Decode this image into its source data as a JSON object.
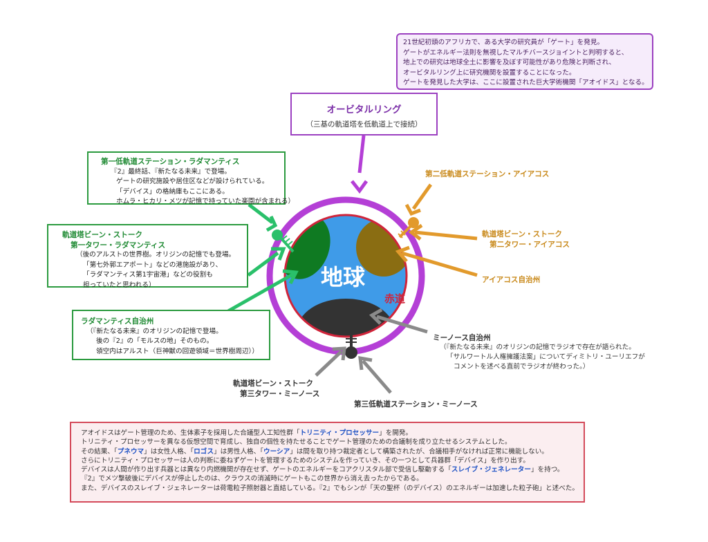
{
  "intro": [
    "21世紀初頭のアフリカで、ある大学の研究員が「ゲート」を発見。",
    "ゲートがエネルギー法則を無視したマルチバースジョイントと判明すると、",
    "地上での研究は地球全土に影響を及ぼす可能性があり危険と判断され、",
    "オービタルリング上に研究機関を設置することになった。",
    "ゲートを発見した大学は、ここに設置された巨大学術機関「アオイドス」となる。"
  ],
  "orbital": {
    "title": "オービタルリング",
    "subtitle": "（三基の軌道塔を低軌道上で接続）"
  },
  "earth": {
    "label": "地球",
    "equator": "赤道"
  },
  "first_station": {
    "title": "第一低軌道ステーション・ラダマンティス",
    "lines": [
      "『2』最終話、『新たなる未来』で登場。",
      "ゲートの研究施設や居住区などが設けられている。",
      "「デバイス」の格納庫もここにある。",
      "ホムラ・ヒカリ・メツが記憶で持っていた楽園が含まれる）"
    ]
  },
  "tower1": {
    "title1": "軌道塔ビーン・ストーク",
    "title2": "第一タワー・ラダマンティス",
    "lines": [
      "（後のアルストの世界樹。オリジンの記憶でも登場。",
      "「第七外郭エアポート」などの港施設があり、",
      "「ラダマンティス第1宇宙港」などの役割も",
      "担っていたと思われる）"
    ]
  },
  "rada_state": {
    "title": "ラダマンティス自治州",
    "lines": [
      "（『新たなる未来』のオリジンの記憶で登場。",
      "後の『2』の「モルスの地」そのもの。",
      "領空内はアルスト（巨神獣の回遊領域＝世界樹周辺））"
    ]
  },
  "second_station": {
    "title": "第二低軌道ステーション・アイアコス"
  },
  "tower2": {
    "title1": "軌道塔ビーン・ストーク",
    "title2": "第二タワー・アイアコス"
  },
  "aiakos_state": {
    "title": "アイアコス自治州"
  },
  "minos_state": {
    "title": "ミーノース自治州",
    "lines": [
      "（『新たなる未来』のオリジンの記憶でラジオで存在が語られた。",
      "「サルワートル人権擁護法案」についてディミトリ・ユーリエフが",
      "コメントを述べる直前でラジオが終わった。）"
    ]
  },
  "tower3": {
    "title1": "軌道塔ビーン・ストーク",
    "title2": "第三タワー・ミーノース"
  },
  "third_station": {
    "title": "第三低軌道ステーション・ミーノース"
  },
  "bottom": {
    "l1": "アオイドスはゲート管理のため、生体素子を採用した合議型人工知性群「",
    "l1_hl": "トリニティ・プロセッサー",
    "l1_end": "」を開発。",
    "l2": "トリニティ・プロセッサーを異なる仮想空間で育成し、独自の個性を持たせることでゲート管理のための合議制を成り立たせるシステムとした。",
    "l3_a": "その結果、「",
    "l3_b": "プネウマ",
    "l3_c": "」は女性人格、「",
    "l3_d": "ロゴス",
    "l3_e": "」は男性人格、「",
    "l3_f": "ウーシア",
    "l3_g": "」は間を取り持つ裁定者として構築されたが、合議相手がなければ正常に機能しない。",
    "l4": "さらにトリニティ・プロセッサーは人の判断に委ねずゲートを管理するためのシステムを作っていき、その一つとして兵器群「デバイス」を作り出す。",
    "l5_a": "デバイスは人間が作り出す兵器とは異なり内燃機関が存在せず、ゲートのエネルギーをコアクリスタル部で受信し駆動する「",
    "l5_b": "スレイブ・ジェネレーター",
    "l5_c": "」を持つ。",
    "l6": "『2』でメツ撃破後にデバイスが停止したのは、クラウスの消滅時にゲートもこの世界から消え去ったからである。",
    "l7": "また、デバイスのスレイブ・ジェネレーターは荷電粒子照射器と直結している。『2』でもシンが「天の聖杯（のデバイス）のエネルギーは加速した粒子砲」と述べた。"
  },
  "colors": {
    "ring": "#b43fd6",
    "ocean": "#3f9be8",
    "equator": "#d0243a",
    "green_land": "#0f7a22",
    "olive_land": "#8a6d12",
    "dark_land": "#333333",
    "green": "#2ac06a",
    "orange": "#e29a2c",
    "gray": "#8a8a8a"
  }
}
